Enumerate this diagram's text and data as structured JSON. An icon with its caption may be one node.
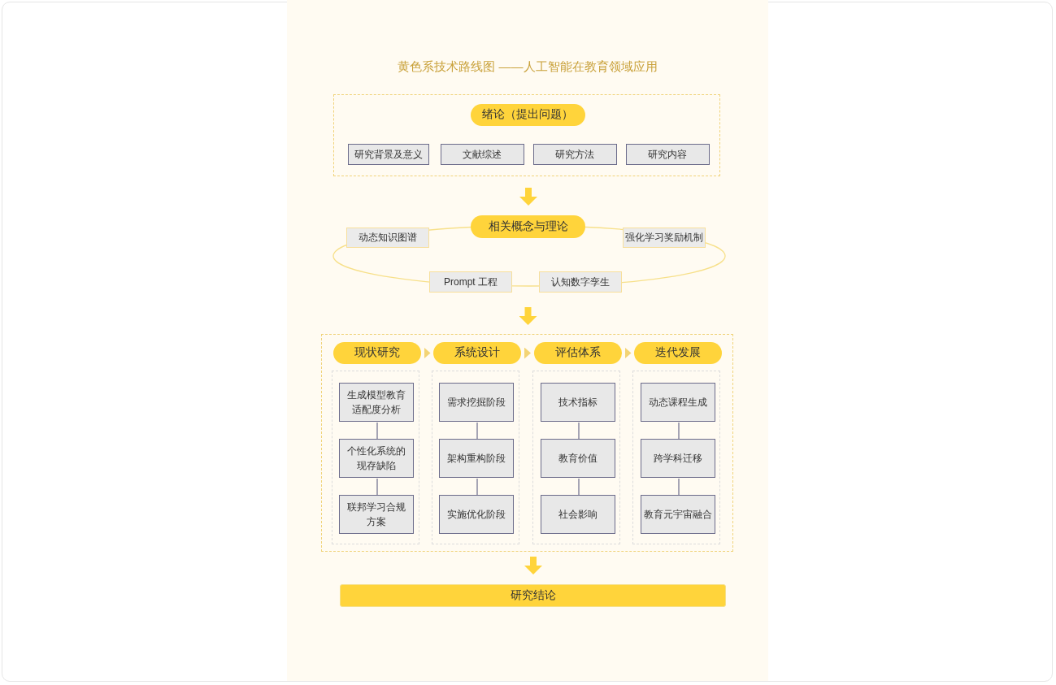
{
  "diagram": {
    "title": "黄色系技术路线图 ——人工智能在教育领域应用",
    "nodes": [
      {
        "text": [],
        "shape": "box"
      },
      {
        "text": [
          "绪论（提出问题）"
        ],
        "in": 0
      },
      {
        "text": [
          "研究背景及意义"
        ],
        "in": 0
      },
      {
        "text": [
          "文献综述"
        ],
        "in": 0
      },
      {
        "text": [
          "研究方法"
        ],
        "in": 0
      },
      {
        "text": [
          "研究内容"
        ],
        "in": 0
      },
      {
        "text": [
          "相关概念与理论"
        ]
      },
      {
        "text": [
          "动态知识图谱"
        ]
      },
      {
        "text": [
          "强化学习奖励机制"
        ]
      },
      {
        "text": [
          "Prompt 工程"
        ]
      },
      {
        "text": [
          "认知数字孪生"
        ]
      },
      {
        "text": [],
        "shape": "box"
      },
      {
        "text": [
          "现状研究"
        ],
        "in": 11
      },
      {
        "text": [],
        "shape": "box",
        "in": 11
      },
      {
        "text": [
          "生成模型教育适配度分析"
        ],
        "in": 13
      },
      {
        "text": [
          "个性化系统的现存缺陷"
        ],
        "in": 13
      },
      {
        "text": [
          "联邦学习合规方案"
        ],
        "in": 13
      },
      {
        "text": [
          "系统设计"
        ],
        "in": 11
      },
      {
        "text": [],
        "shape": "box",
        "in": 11
      },
      {
        "text": [
          "需求挖掘阶段"
        ],
        "in": 18
      },
      {
        "text": [
          "架构重构阶段"
        ],
        "in": 18
      },
      {
        "text": [
          "实施优化阶段"
        ],
        "in": 18
      },
      {
        "text": [
          "评估体系"
        ],
        "in": 11
      },
      {
        "text": [],
        "shape": "box",
        "in": 11
      },
      {
        "text": [
          "技术指标"
        ],
        "in": 23
      },
      {
        "text": [
          "教育价值"
        ],
        "in": 23
      },
      {
        "text": [
          "社会影响"
        ],
        "in": 23
      },
      {
        "text": [
          "迭代发展"
        ],
        "in": 11
      },
      {
        "text": [],
        "shape": "box",
        "in": 11
      },
      {
        "text": [
          "动态课程生成"
        ],
        "in": 28
      },
      {
        "text": [
          "跨学科迁移"
        ],
        "in": 28
      },
      {
        "text": [
          "教育元宇宙融合"
        ],
        "in": 28
      },
      {
        "text": [
          "研究结论"
        ]
      }
    ],
    "edges": [
      {
        "from": 0,
        "to": 6,
        "arrow": "to",
        "style": "thick",
        "color": "#ffd43b"
      },
      {
        "from": null,
        "to": 11,
        "arrow": "to",
        "style": "thick",
        "color": "#ffd43b"
      },
      {
        "from": 12,
        "to": 17,
        "arrow": "to",
        "color": "#f3d475"
      },
      {
        "from": 17,
        "to": 22,
        "arrow": "to",
        "color": "#f3d475"
      },
      {
        "from": 22,
        "to": 27,
        "arrow": "to",
        "color": "#f3d475"
      },
      {
        "from": 14,
        "to": 15,
        "arrow": "none"
      },
      {
        "from": 15,
        "to": 16,
        "arrow": "none"
      },
      {
        "from": 19,
        "to": 20,
        "arrow": "none"
      },
      {
        "from": 20,
        "to": 21,
        "arrow": "none"
      },
      {
        "from": 24,
        "to": 25,
        "arrow": "none"
      },
      {
        "from": 25,
        "to": 26,
        "arrow": "none"
      },
      {
        "from": 29,
        "to": 30,
        "arrow": "none"
      },
      {
        "from": 30,
        "to": 31,
        "arrow": "none"
      },
      {
        "from": 11,
        "to": 32,
        "arrow": "to",
        "style": "thick",
        "color": "#ffd43b"
      }
    ]
  }
}
